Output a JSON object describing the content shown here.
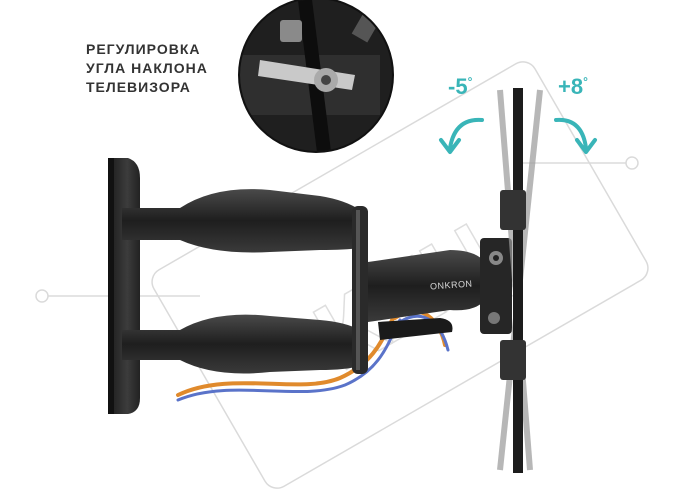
{
  "caption": {
    "line1": "РЕГУЛИРОВКА",
    "line2": "УГЛА НАКЛОНА",
    "line3": "ТЕЛЕВИЗОРА"
  },
  "tilt": {
    "negative": "-5",
    "positive": "+8",
    "degree": "°"
  },
  "brand": "ONKRON",
  "watermark": "КХЦ",
  "colors": {
    "accent": "#39b5b8",
    "metal": "#2b2b2b",
    "cable_orange": "#e08a2c",
    "cable_blue": "#5a73c9"
  }
}
